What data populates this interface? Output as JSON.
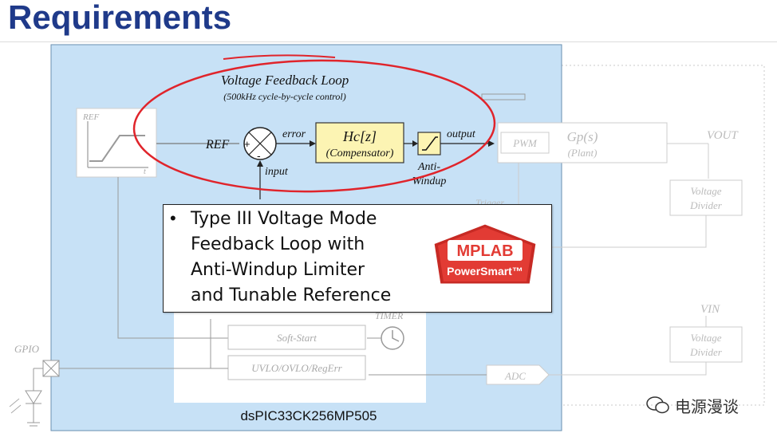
{
  "slide": {
    "title": "Requirements",
    "chip_label": "dsPIC33CK256MP505",
    "watermark": "电源漫谈"
  },
  "loop": {
    "title": "Voltage Feedback Loop",
    "subtitle": "(500kHz cycle-by-cycle control)",
    "ref_label": "REF",
    "error_label": "error",
    "input_label": "input",
    "output_label": "output",
    "comp_tf": "Hc[z]",
    "comp_name": "(Compensator)",
    "antiwindup": "Anti-Windup",
    "antiwindup_line1": "Anti-",
    "antiwindup_line2": "Windup",
    "plus": "+",
    "minus": "-"
  },
  "plant": {
    "ref_graph_label": "REF",
    "t_label": "t",
    "pwm": "PWM",
    "gp": "Gp(s)",
    "plant": "(Plant)",
    "vout": "VOUT",
    "vin": "VIN",
    "vd1_line1": "Voltage",
    "vd1_line2": "Divider",
    "vd2_line1": "Voltage",
    "vd2_line2": "Divider",
    "adc": "ADC",
    "softstart": "Soft-Start",
    "timer": "TIMER",
    "uvlo": "UVLO/OVLO/RegErr",
    "gpio": "GPIO",
    "trigger": "Trigger"
  },
  "bullets": [
    "Type III Voltage Mode",
    "Feedback Loop with",
    "Anti-Windup Limiter",
    "and Tunable Reference"
  ],
  "badge": {
    "line1": "MPLAB",
    "line2": "PowerSmart™"
  },
  "colors": {
    "title": "#1f3a8a",
    "chip_bg": "#c7e1f6",
    "comp_fill": "#fcf4b3",
    "ellipse": "#e0242b",
    "faded": "#b4b4b4",
    "badge_red": "#e23b34"
  }
}
